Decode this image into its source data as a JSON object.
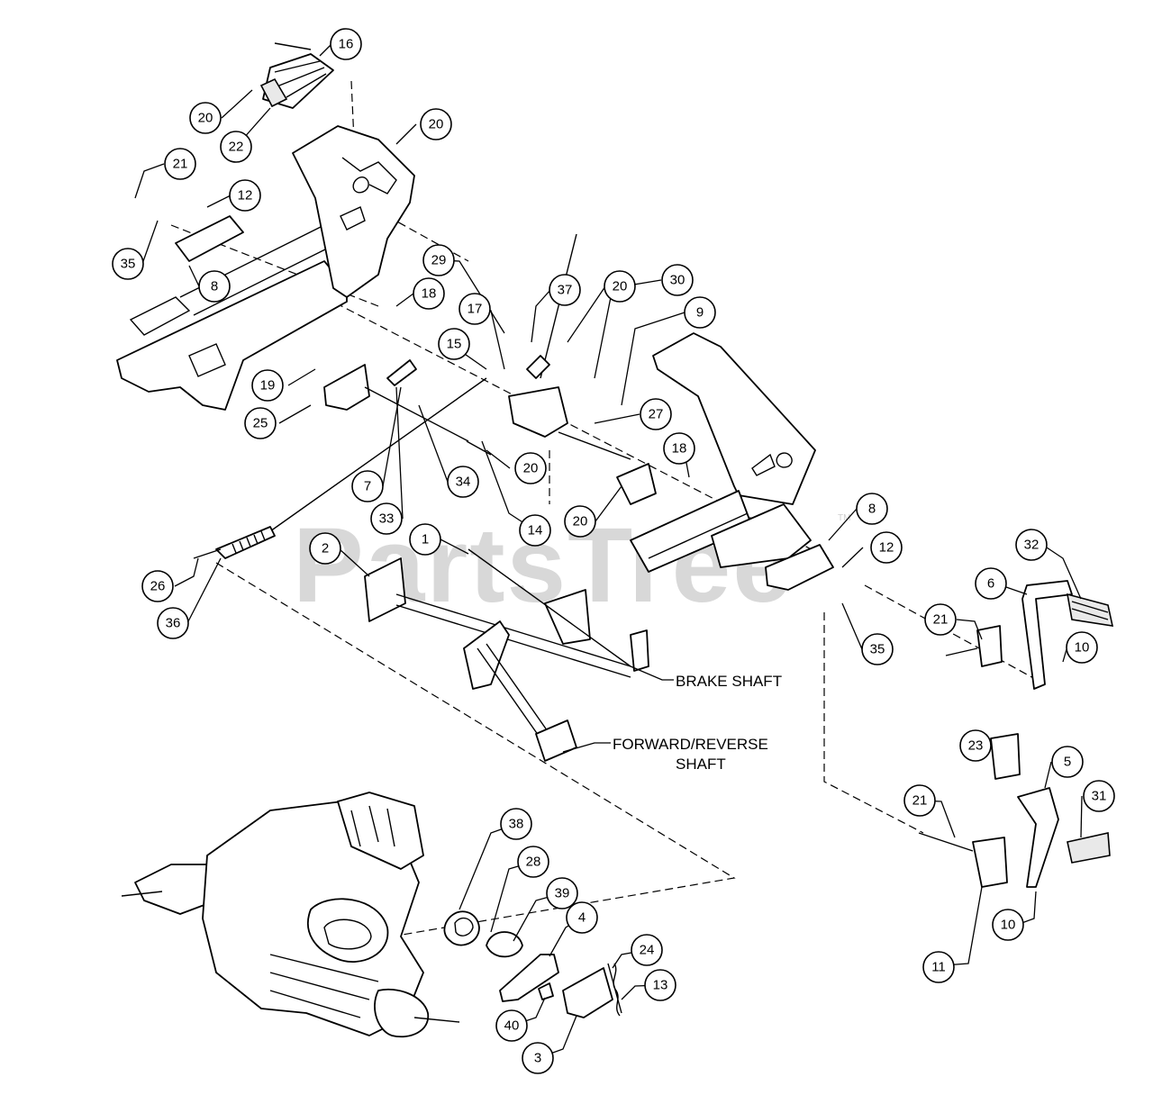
{
  "watermark": {
    "text": "PartsTree",
    "trademark": "TM"
  },
  "shaft_labels": {
    "brake_shaft": "BRAKE SHAFT",
    "forward_reverse_line1": "FORWARD/REVERSE",
    "forward_reverse_line2": "SHAFT"
  },
  "callouts": [
    "16",
    "20",
    "22",
    "20",
    "21",
    "12",
    "35",
    "8",
    "29",
    "37",
    "20",
    "30",
    "9",
    "18",
    "17",
    "15",
    "19",
    "25",
    "27",
    "18",
    "20",
    "7",
    "33",
    "34",
    "14",
    "20",
    "26",
    "36",
    "2",
    "1",
    "8",
    "12",
    "35",
    "32",
    "6",
    "21",
    "10",
    "23",
    "5",
    "31",
    "21",
    "10",
    "11",
    "38",
    "28",
    "39",
    "4",
    "24",
    "13",
    "40",
    "3"
  ]
}
